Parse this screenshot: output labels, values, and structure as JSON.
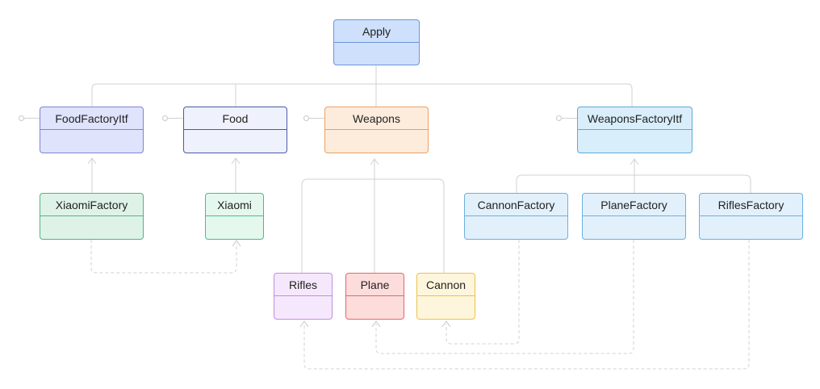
{
  "diagram": {
    "nodes": {
      "apply": {
        "label": "Apply",
        "fill": "#cfe0fc",
        "border": "#6d96d8"
      },
      "food_factory_itf": {
        "label": "FoodFactoryItf",
        "fill": "#dfe3fb",
        "border": "#7b86d3"
      },
      "food": {
        "label": "Food",
        "fill": "#eff1fd",
        "border": "#4c5aa8"
      },
      "weapons": {
        "label": "Weapons",
        "fill": "#fdecdc",
        "border": "#eba062"
      },
      "weapons_factory_itf": {
        "label": "WeaponsFactoryItf",
        "fill": "#d9eefb",
        "border": "#5ea9d8"
      },
      "xiaomi_factory": {
        "label": "XiaomiFactory",
        "fill": "#dff2e8",
        "border": "#55b283"
      },
      "xiaomi": {
        "label": "Xiaomi",
        "fill": "#e5f8ee",
        "border": "#43c085"
      },
      "cannon_factory": {
        "label": "CannonFactory",
        "fill": "#e2f0fb",
        "border": "#6bb0df"
      },
      "plane_factory": {
        "label": "PlaneFactory",
        "fill": "#e2f0fb",
        "border": "#6bb0df"
      },
      "rifles_factory": {
        "label": "RiflesFactory",
        "fill": "#e2f0fb",
        "border": "#6bb0df"
      },
      "rifles": {
        "label": "Rifles",
        "fill": "#f6e8fc",
        "border": "#c58be0"
      },
      "plane": {
        "label": "Plane",
        "fill": "#fddcdc",
        "border": "#df6a6a"
      },
      "cannon": {
        "label": "Cannon",
        "fill": "#fef6dc",
        "border": "#ebc247"
      }
    },
    "connector_color": "#d2d2d2"
  }
}
